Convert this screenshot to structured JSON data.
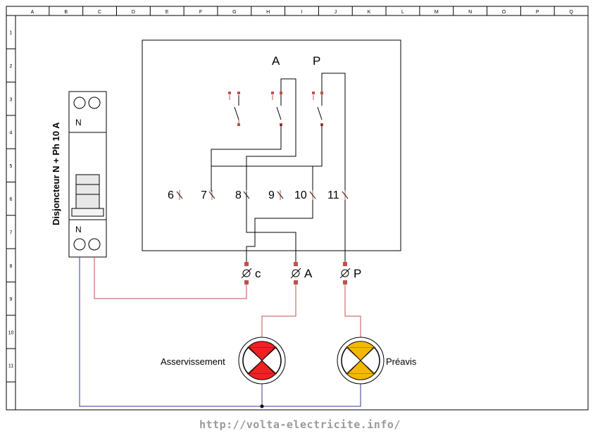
{
  "grid": {
    "columns": [
      "A",
      "B",
      "C",
      "D",
      "E",
      "F",
      "G",
      "H",
      "I",
      "J",
      "K",
      "L",
      "M",
      "N",
      "O",
      "P",
      "Q"
    ],
    "rows": [
      "1",
      "2",
      "3",
      "4",
      "5",
      "6",
      "7",
      "8",
      "9",
      "10",
      "11"
    ]
  },
  "breaker": {
    "label": "Disjoncteur N + Ph 10 A",
    "top_terminal": "N",
    "bottom_terminal": "N"
  },
  "contactor": {
    "label_a": "A",
    "label_p": "P",
    "terminals": [
      "6",
      "7",
      "8",
      "9",
      "10",
      "11"
    ]
  },
  "outputs": {
    "c": "c",
    "a": "A",
    "p": "P"
  },
  "lamps": {
    "asservissement": {
      "label": "Asservissement",
      "color": "#ee2222"
    },
    "preavis": {
      "label": "Préavis",
      "color": "#f5b800"
    }
  },
  "wire_colors": {
    "phase": "#c0504d",
    "neutral": "#2f3a8f",
    "internal": "#000000"
  },
  "watermark": "http://volta-electricite.info/"
}
